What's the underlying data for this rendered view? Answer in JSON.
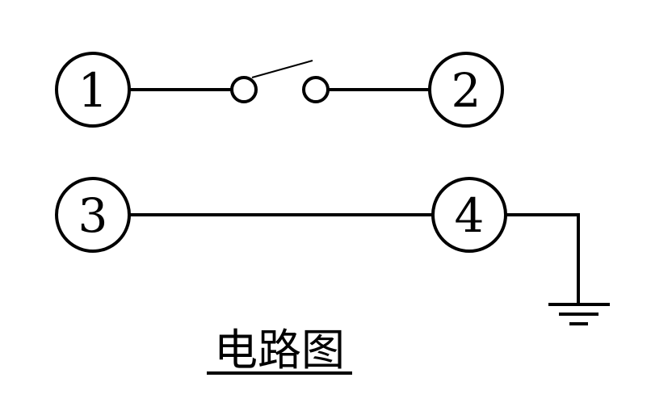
{
  "terminals": [
    {
      "id": "1",
      "label": "1"
    },
    {
      "id": "2",
      "label": "2"
    },
    {
      "id": "3",
      "label": "3"
    },
    {
      "id": "4",
      "label": "4"
    }
  ],
  "caption": "电路图",
  "colors": {
    "stroke": "#000000",
    "background": "#ffffff"
  }
}
